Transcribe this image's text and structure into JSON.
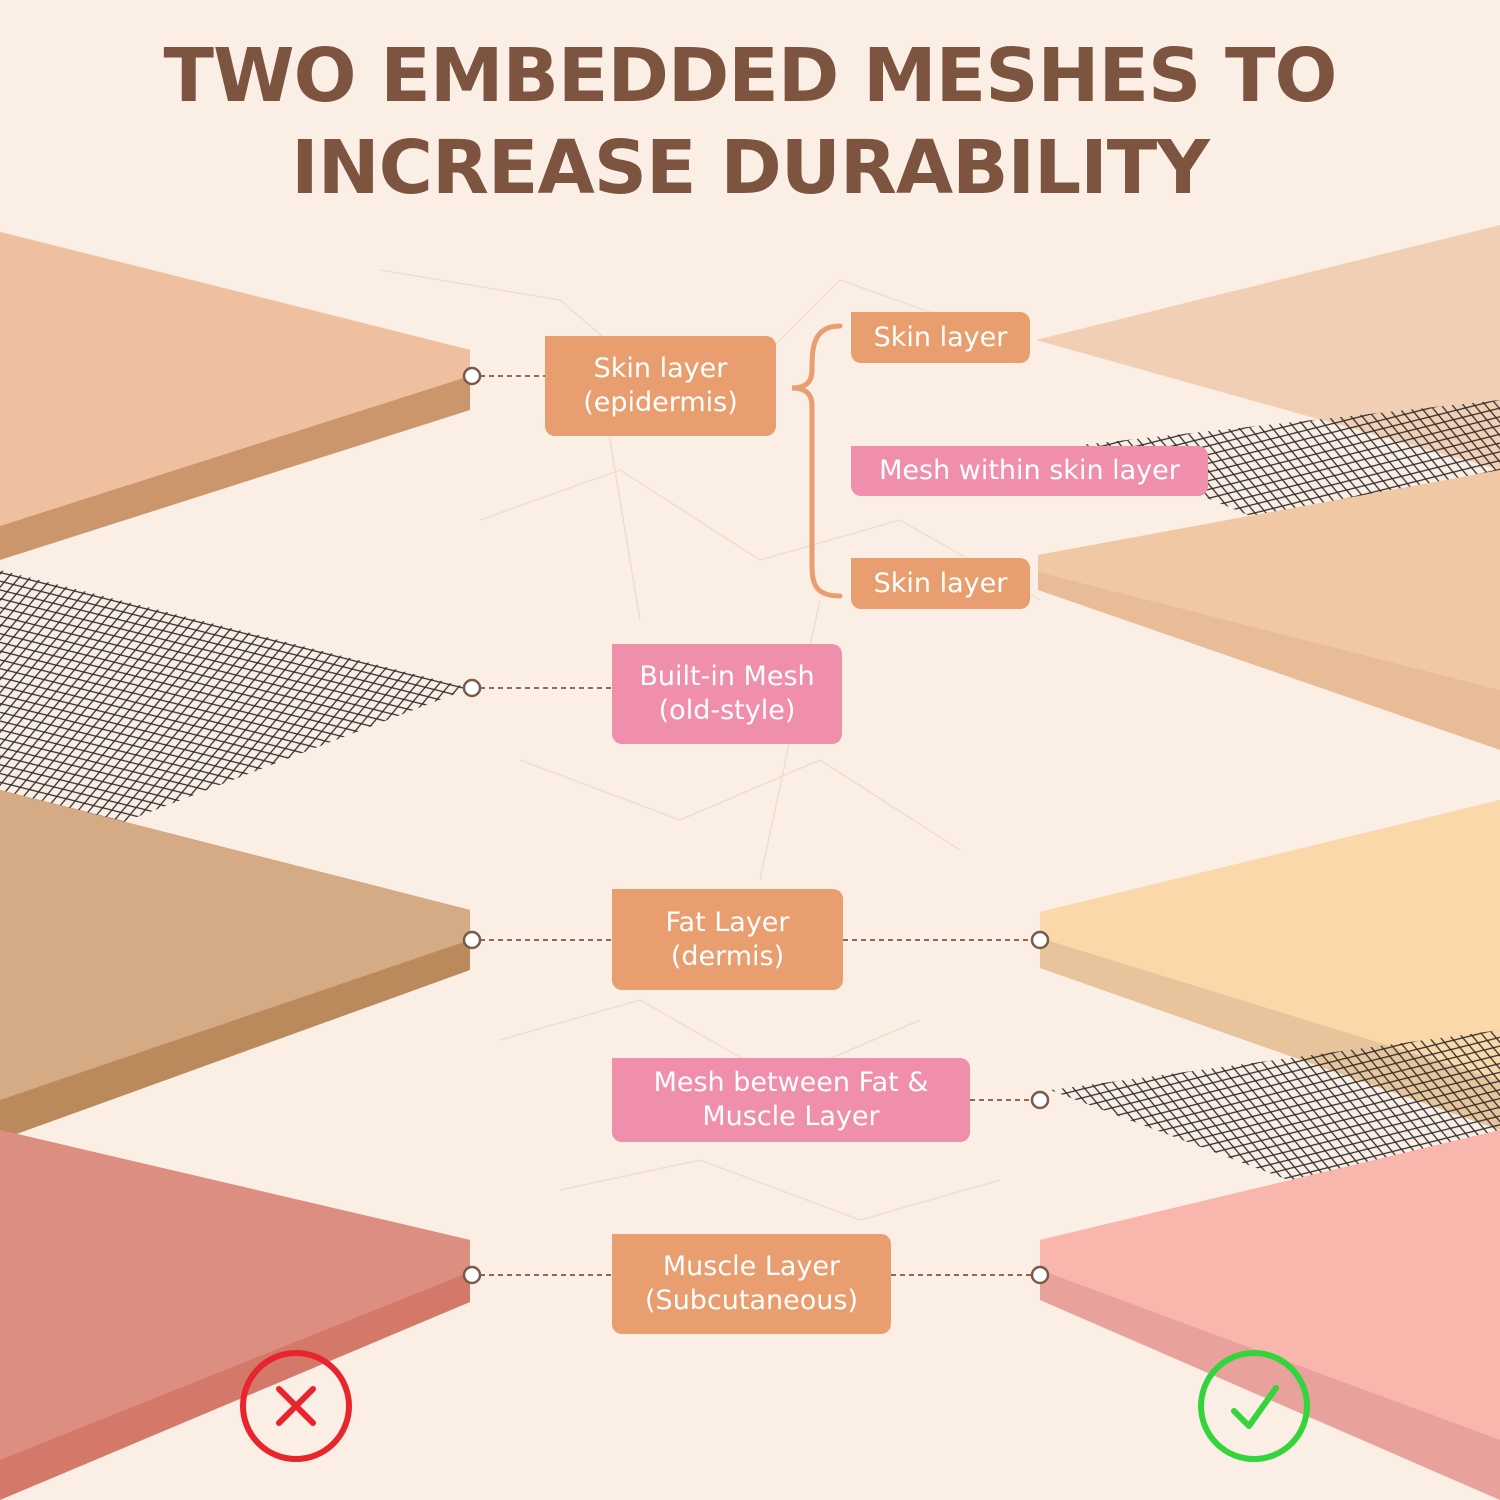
{
  "title": {
    "line1": "TWO EMBEDDED MESHES TO",
    "line2": "INCREASE DURABILITY"
  },
  "labels": {
    "skin_epidermis": {
      "line1": "Skin layer",
      "line2": "(epidermis)"
    },
    "skin_top": "Skin layer",
    "mesh_within_skin": "Mesh within skin layer",
    "skin_bottom": "Skin layer",
    "builtin_mesh": {
      "line1": "Built-in Mesh",
      "line2": "(old-style)"
    },
    "fat_layer": {
      "line1": "Fat Layer",
      "line2": "(dermis)"
    },
    "mesh_between": {
      "line1": "Mesh between Fat &",
      "line2": "Muscle Layer"
    },
    "muscle_layer": {
      "line1": "Muscle Layer",
      "line2": "(Subcutaneous)"
    }
  },
  "marks": {
    "left": "cross-icon",
    "right": "check-icon"
  },
  "colors": {
    "title": "#7c5440",
    "orange_label": "#e89e6e",
    "pink_label": "#ef8fab",
    "cross": "#e8242c",
    "check": "#33d43c"
  }
}
